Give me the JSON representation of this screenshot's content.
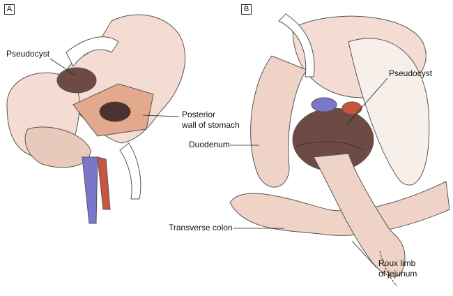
{
  "panels": {
    "a": "A",
    "b": "B"
  },
  "labels_a": {
    "pseudocyst": "Pseudocyst",
    "posterior_wall_line1": "Posterior",
    "posterior_wall_line2": "wall of stomach"
  },
  "labels_b": {
    "pseudocyst": "Pseudocyst",
    "duodenum": "Duodenum",
    "transverse_colon": "Transverse colon",
    "roux_line1": "Roux limb",
    "roux_line2": "of jejunum"
  },
  "colors": {
    "tissue": "#f4dcd2",
    "tissue_dark": "#e7c2b4",
    "cyst": "#6e4a44",
    "vein": "#7b76c9",
    "artery": "#c8553d",
    "outline": "#555555"
  }
}
